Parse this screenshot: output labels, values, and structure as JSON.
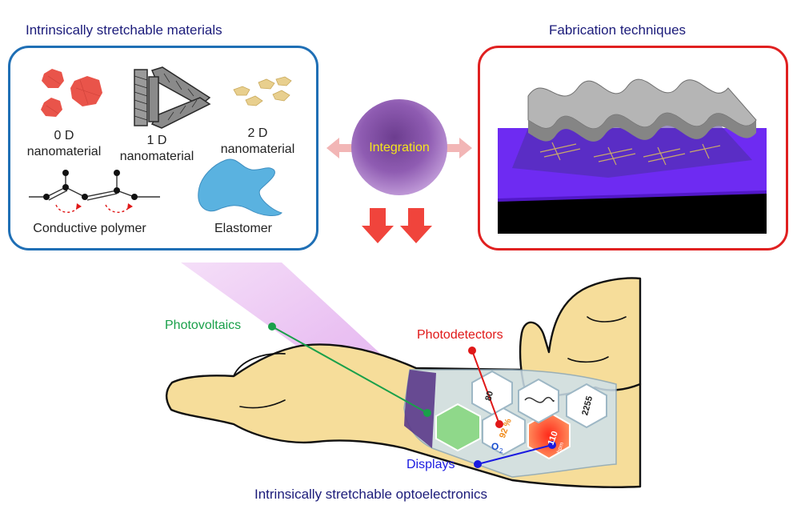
{
  "titles": {
    "materials": "Intrinsically stretchable materials",
    "fabrication": "Fabrication techniques",
    "bottom": "Intrinsically stretchable optoelectronics"
  },
  "materials": {
    "zero_d": "0 D",
    "zero_d_sub": "nanomaterial",
    "one_d": "1 D",
    "one_d_sub": "nanomaterial",
    "two_d": "2 D",
    "two_d_sub": "nanomaterial",
    "polymer": "Conductive polymer",
    "elastomer": "Elastomer"
  },
  "integration": "Integration",
  "callouts": {
    "photovoltaics": "Photovoltaics",
    "photodetectors": "Photodetectors",
    "displays": "Displays"
  },
  "device": {
    "hex_80": "80",
    "hex_2255": "2255",
    "hex_92": "92 %",
    "hex_o2": "O",
    "hex_o2_sub": "2",
    "hex_110": "110",
    "hex_110_unit": "bpm"
  },
  "colors": {
    "materials_border": "#1f6fb5",
    "fabrication_border": "#e02020",
    "integration_fill": "#9a63b8",
    "integration_text": "#f5e51c",
    "photovoltaics": "#1aa04a",
    "photodetectors": "#e01818",
    "displays": "#1a1ae0",
    "title_text": "#1b1b7a"
  }
}
